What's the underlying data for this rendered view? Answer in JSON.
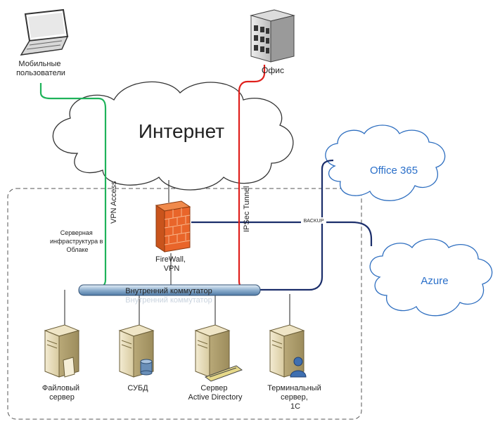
{
  "labels": {
    "mobile_users": [
      "Мобильные",
      "пользователи"
    ],
    "office": "Офис",
    "internet": "Интернет",
    "office365": "Office 365",
    "azure": "Azure",
    "vpn_access": "VPN Access",
    "ipsec_tunnel": "IPSec Tunnel",
    "backup": "BACKUP",
    "cloud_infra": [
      "Серверная",
      "инфраструктура в",
      "Облаке"
    ],
    "firewall": [
      "FireWall,",
      "VPN"
    ],
    "switch": "Внутренний коммутатор",
    "switch_ghost": "Внутренний коммутатор",
    "servers": {
      "file": [
        "Файловый",
        "сервер"
      ],
      "dbms": "СУБД",
      "ad": [
        "Сервер",
        "Active Directory"
      ],
      "terminal": [
        "Терминальный",
        "сервер,",
        "1С"
      ]
    }
  },
  "colors": {
    "vpn_link": "#1fb35a",
    "ipsec_link": "#e0201c",
    "backup_link": "#1b2e6b",
    "cloud_text": "#2a6fc9",
    "cloud_outline_blue": "#2f6fc0",
    "firewall": "#e9652a"
  },
  "icons": [
    "laptop-icon",
    "office-building-icon",
    "firewall-icon",
    "server-icon",
    "database-icon",
    "keyboard-icon",
    "user-icon"
  ]
}
